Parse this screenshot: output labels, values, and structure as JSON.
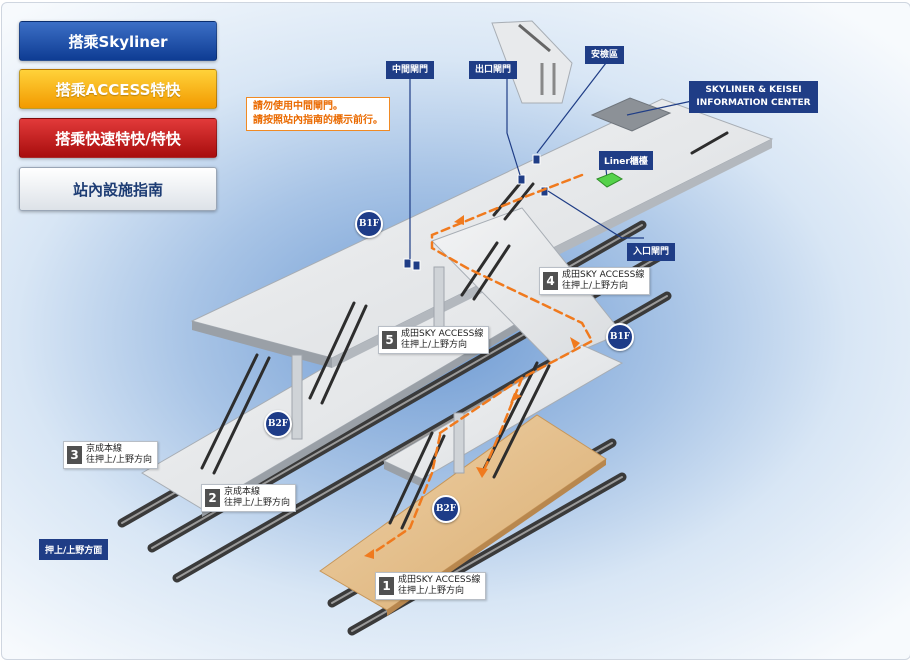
{
  "menu": {
    "skyliner": "搭乘Skyliner",
    "access": "搭乘ACCESS特快",
    "express": "搭乘快速特快/特快",
    "facilities": "站內設施指南"
  },
  "labels": {
    "middle_gate": "中間閘門",
    "exit_gate": "出口閘門",
    "security": "安檢區",
    "info_line1": "SKYLINER & KEISEI",
    "info_line2": "INFORMATION CENTER",
    "liner_counter": "Liner櫃檯",
    "entrance_gate": "入口閘門",
    "direction": "押上/上野方面"
  },
  "note": {
    "line1": "請勿使用中間閘門。",
    "line2": "請按照站內指南的標示前行。"
  },
  "floors": {
    "b1f": "B1F",
    "b2f": "B2F"
  },
  "platforms": [
    {
      "num": "1",
      "line": "成田SKY ACCESS線",
      "dir": "往押上/上野方向"
    },
    {
      "num": "2",
      "line": "京成本線",
      "dir": "往押上/上野方向"
    },
    {
      "num": "3",
      "line": "京成本線",
      "dir": "往押上/上野方向"
    },
    {
      "num": "4",
      "line": "成田SKY ACCESS線",
      "dir": "往押上/上野方向"
    },
    {
      "num": "5",
      "line": "成田SKY ACCESS線",
      "dir": "往押上/上野方向"
    }
  ],
  "colors": {
    "navy": "#1f3d86",
    "route": "#f07a1e",
    "liner_counter": "#55d24a",
    "access_platform": "#e6c08c"
  }
}
